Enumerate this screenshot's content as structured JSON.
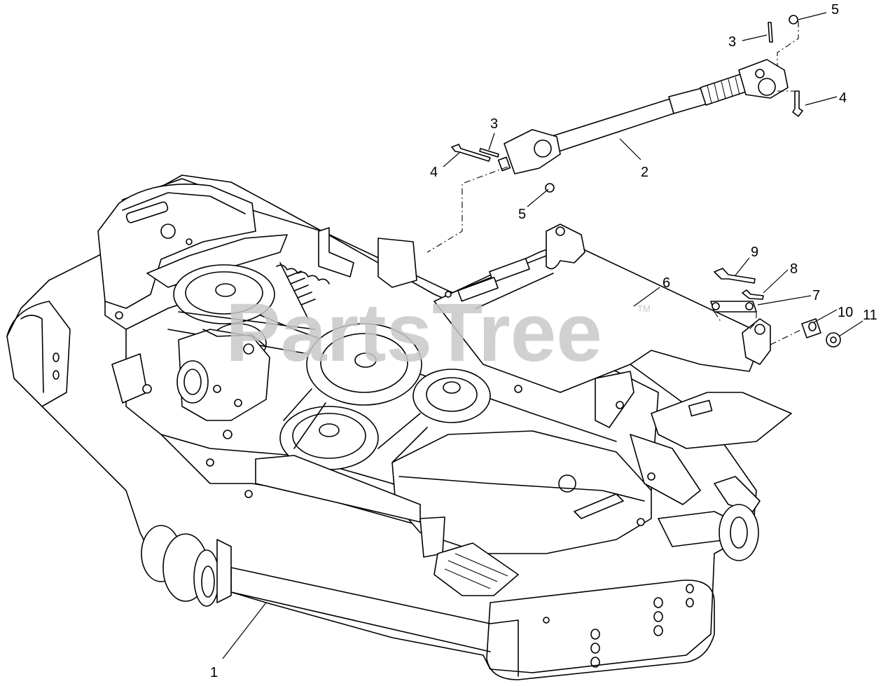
{
  "watermark": {
    "text": "PartsTree",
    "mark": "TM"
  },
  "callouts": {
    "c1": "1",
    "c2": "2",
    "c3a": "3",
    "c3b": "3",
    "c4a": "4",
    "c4b": "4",
    "c5a": "5",
    "c5b": "5",
    "c6": "6",
    "c7": "7",
    "c8": "8",
    "c9": "9",
    "c10": "10",
    "c11": "11"
  }
}
